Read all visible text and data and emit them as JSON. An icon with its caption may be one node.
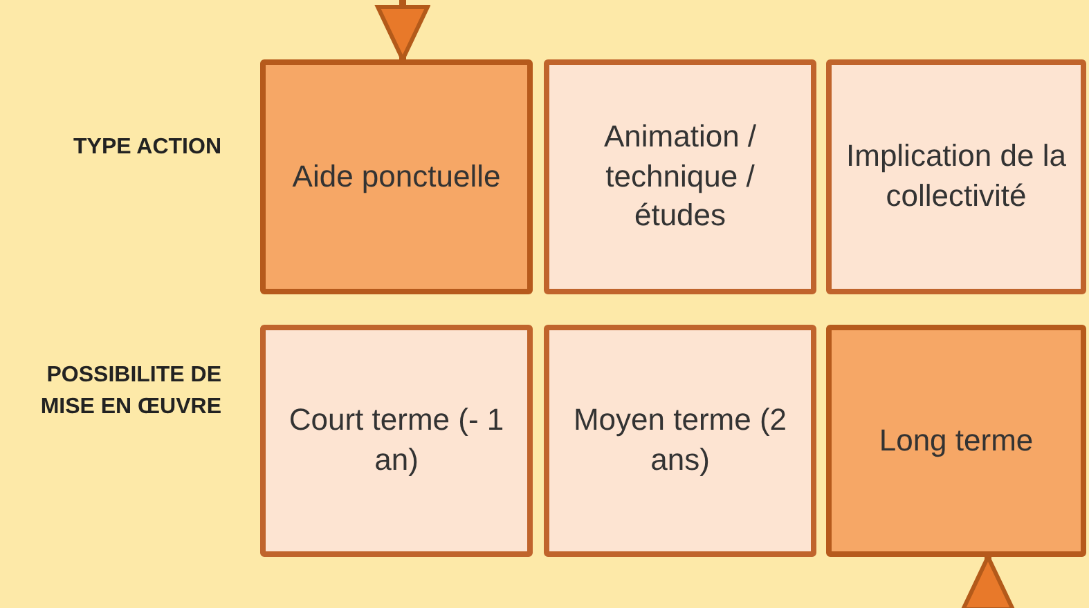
{
  "diagram": {
    "nodes": [
      {
        "text": [
          "Aide ponctuelle"
        ]
      },
      {
        "text": [
          "Animation / technique / études"
        ]
      },
      {
        "text": [
          "Implication de la collectivité"
        ]
      },
      {
        "text": [
          "Court terme (- 1 an)"
        ]
      },
      {
        "text": [
          "Moyen terme (2 ans)"
        ]
      },
      {
        "text": [
          "Long terme"
        ]
      }
    ],
    "edges": [
      {
        "from": null,
        "to": 0,
        "arrow": "to"
      },
      {
        "from": null,
        "to": 5,
        "arrow": "to"
      }
    ],
    "labels": [
      "TYPE ACTION",
      "POSSIBILITE DE MISE EN ŒUVRE"
    ]
  }
}
